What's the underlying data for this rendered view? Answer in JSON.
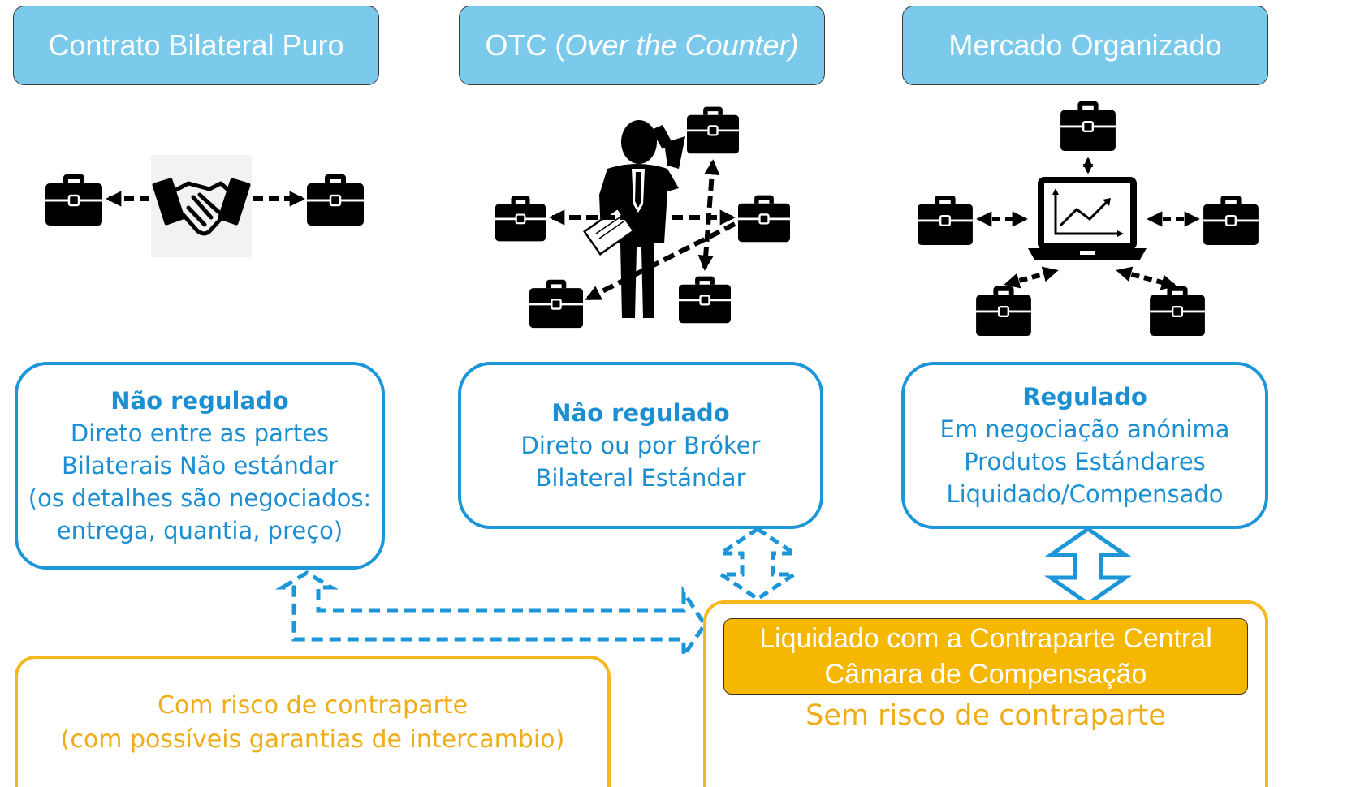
{
  "headers": {
    "bilateral": "Contrato Bilateral Puro",
    "otc_prefix": "OTC (",
    "otc_italic": "Over the Counter)",
    "organized": "Mercado Organizado"
  },
  "bilateral_box": {
    "title": "Não regulado",
    "lines": [
      "Direto entre as partes",
      "Bilaterais Não estándar",
      "(os detalhes são negociados:",
      "entrega, quantia, preço)"
    ]
  },
  "otc_box": {
    "title": "Nâo regulado",
    "lines": [
      "Direto ou por Bróker",
      "Bilateral Estándar"
    ]
  },
  "organized_box": {
    "title": "Regulado",
    "lines": [
      "Em negociação anónima",
      "Produtos Estándares",
      "Liquidado/Compensado"
    ]
  },
  "risk_box": {
    "lines": [
      "Com risco de contraparte",
      "(com possíveis garantias de intercambio)"
    ]
  },
  "ccp_box": {
    "lines": [
      "Liquidado com a Contraparte Central",
      "Câmara de Compensação"
    ],
    "no_risk": "Sem risco de contraparte"
  },
  "icons": [
    "briefcase-icon",
    "handshake-icon",
    "businessman-icon",
    "laptop-chart-icon",
    "arrow-icon"
  ],
  "colors": {
    "header_fill": "#7ccaeb",
    "box_border": "#1c95d9",
    "text_blue": "#1b8fd2",
    "yellow_border": "#f7b81e",
    "ccp_fill": "#f5b700"
  }
}
